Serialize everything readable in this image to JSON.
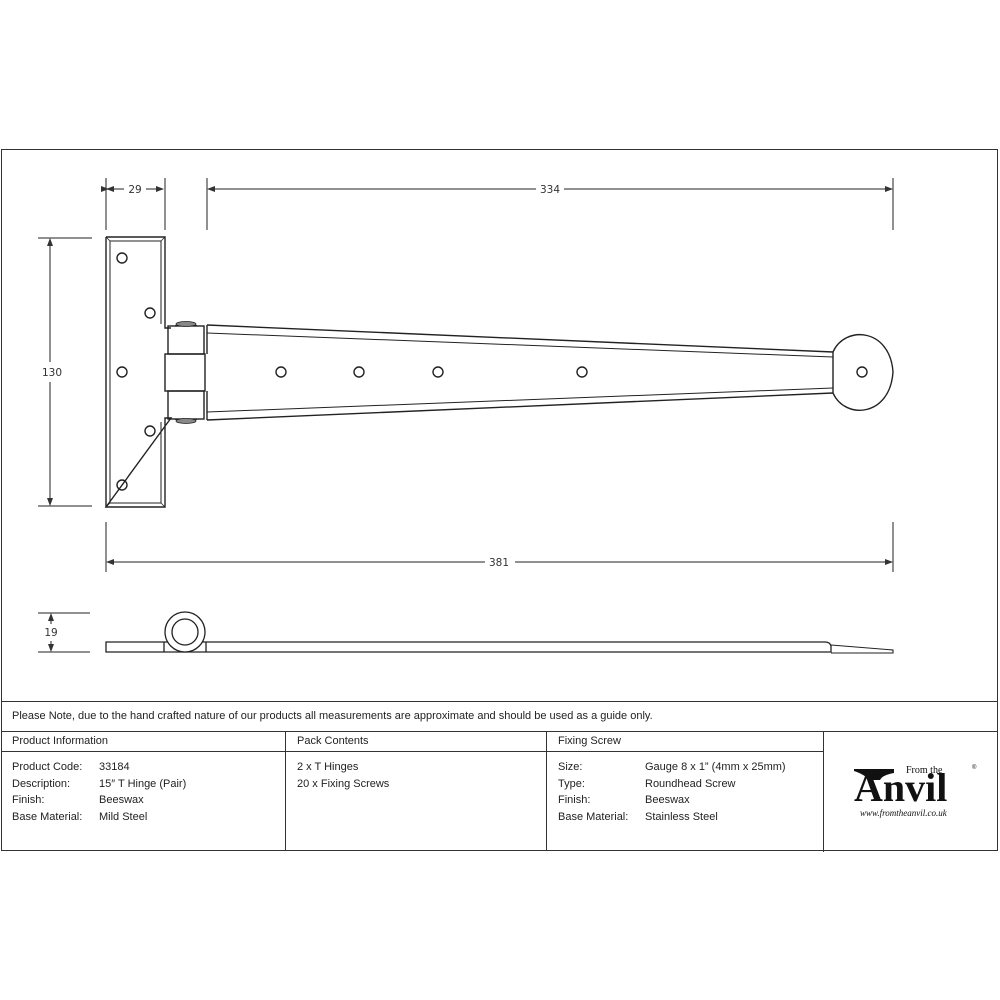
{
  "drawing": {
    "title": "15\" T Hinge technical drawing",
    "dimensions": {
      "strap_plate_width": "29",
      "strap_length": "334",
      "plate_height": "130",
      "overall_length": "381",
      "thickness": "19"
    },
    "views": [
      "front-view",
      "side-view"
    ],
    "line_color": "#222222"
  },
  "note": "Please Note, due to the hand crafted nature of our products all measurements are approximate and should be used as a guide only.",
  "product_information": {
    "heading": "Product Information",
    "rows": [
      {
        "label": "Product Code:",
        "value": "33184"
      },
      {
        "label": "Description:",
        "value": "15″ T Hinge (Pair)"
      },
      {
        "label": "Finish:",
        "value": "Beeswax"
      },
      {
        "label": "Base Material:",
        "value": "Mild Steel"
      }
    ]
  },
  "pack_contents": {
    "heading": "Pack Contents",
    "items": [
      "2 x T Hinges",
      "20 x Fixing Screws"
    ]
  },
  "fixing_screw": {
    "heading": "Fixing Screw",
    "rows": [
      {
        "label": "Size:",
        "value": "Gauge 8 x 1” (4mm x 25mm)"
      },
      {
        "label": "Type:",
        "value": "Roundhead Screw"
      },
      {
        "label": "Finish:",
        "value": "Beeswax"
      },
      {
        "label": "Base Material:",
        "value": "Stainless Steel"
      }
    ]
  },
  "logo": {
    "from_the": "From the",
    "brand": "Anvil",
    "registered": "®",
    "url": "www.fromtheanvil.co.uk"
  }
}
